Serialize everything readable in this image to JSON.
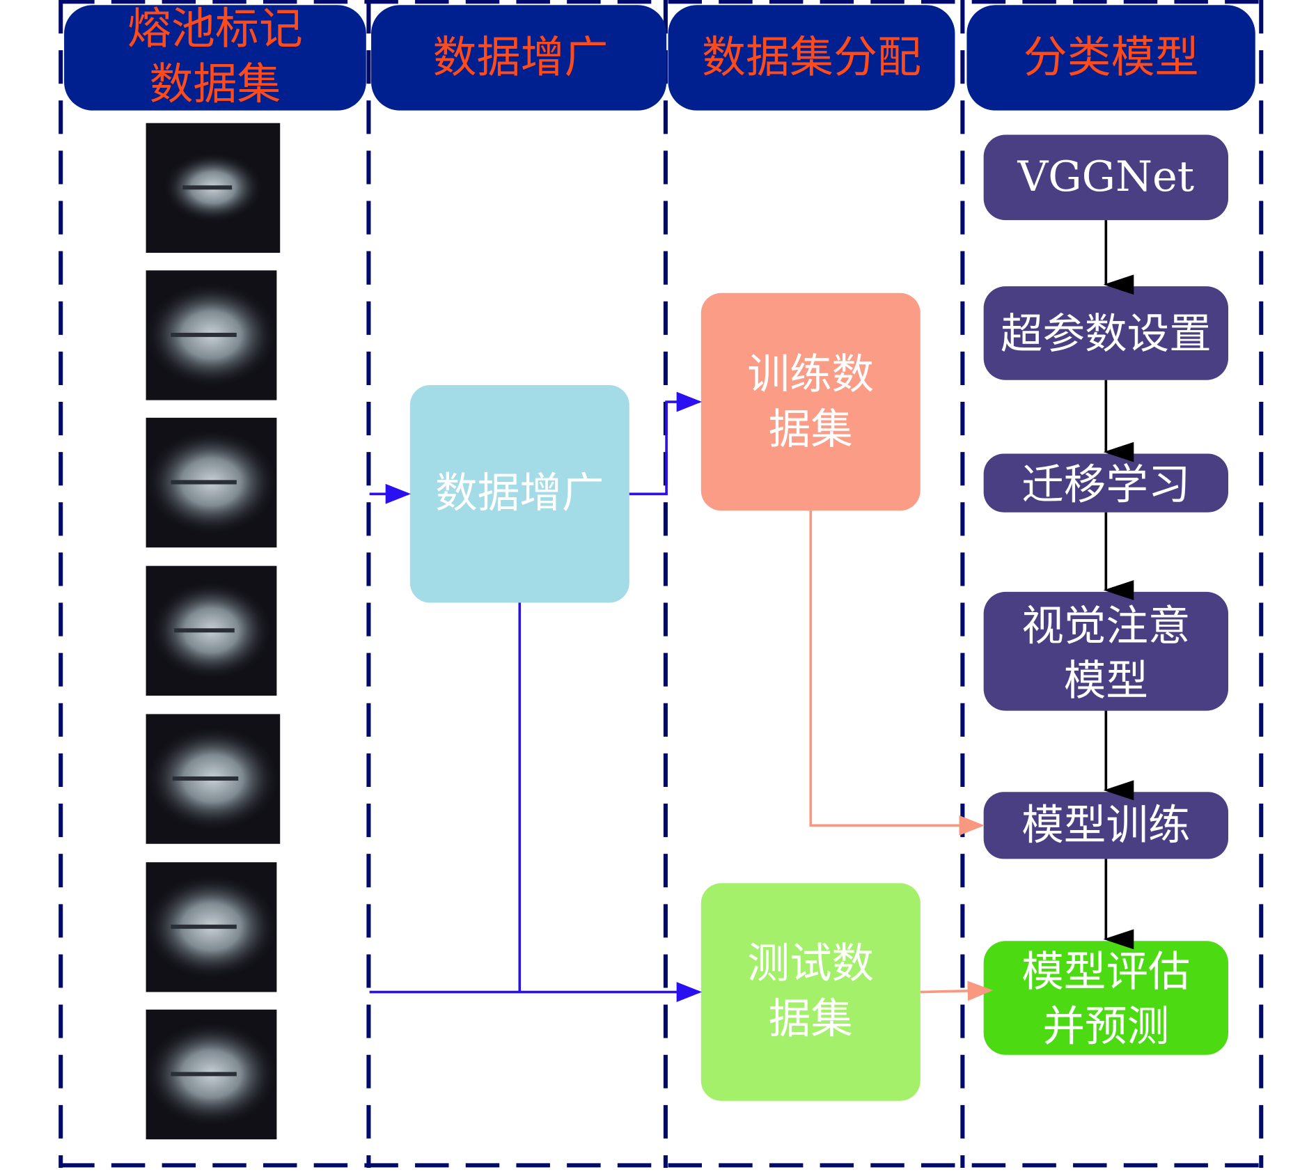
{
  "columns": [
    {
      "title_lines": [
        "熔池标记",
        "数据集"
      ]
    },
    {
      "title_lines": [
        "数据增广"
      ]
    },
    {
      "title_lines": [
        "数据集分配"
      ]
    },
    {
      "title_lines": [
        "分类模型"
      ]
    }
  ],
  "augment_box": {
    "label": "数据增广"
  },
  "train_box": {
    "lines": [
      "训练数",
      "据集"
    ]
  },
  "test_box": {
    "lines": [
      "测试数",
      "据集"
    ]
  },
  "model_steps": [
    {
      "lines": [
        "VGGNet"
      ]
    },
    {
      "lines": [
        "超参数设置"
      ]
    },
    {
      "lines": [
        "迁移学习"
      ]
    },
    {
      "lines": [
        "视觉注意",
        "模型"
      ]
    },
    {
      "lines": [
        "模型训练"
      ]
    },
    {
      "lines": [
        "模型评估",
        "并预测"
      ]
    }
  ],
  "colors": {
    "header": "#002090",
    "header_text": "#ff4a1a",
    "augment": "#a3dbe6",
    "train": "#fa9c86",
    "test": "#a5f06a",
    "model": "#4a3f82",
    "eval": "#4cdb12",
    "blue_arrow": "#2a10f0",
    "salmon_arrow": "#f89880"
  },
  "melt_pool_image_count": 7
}
